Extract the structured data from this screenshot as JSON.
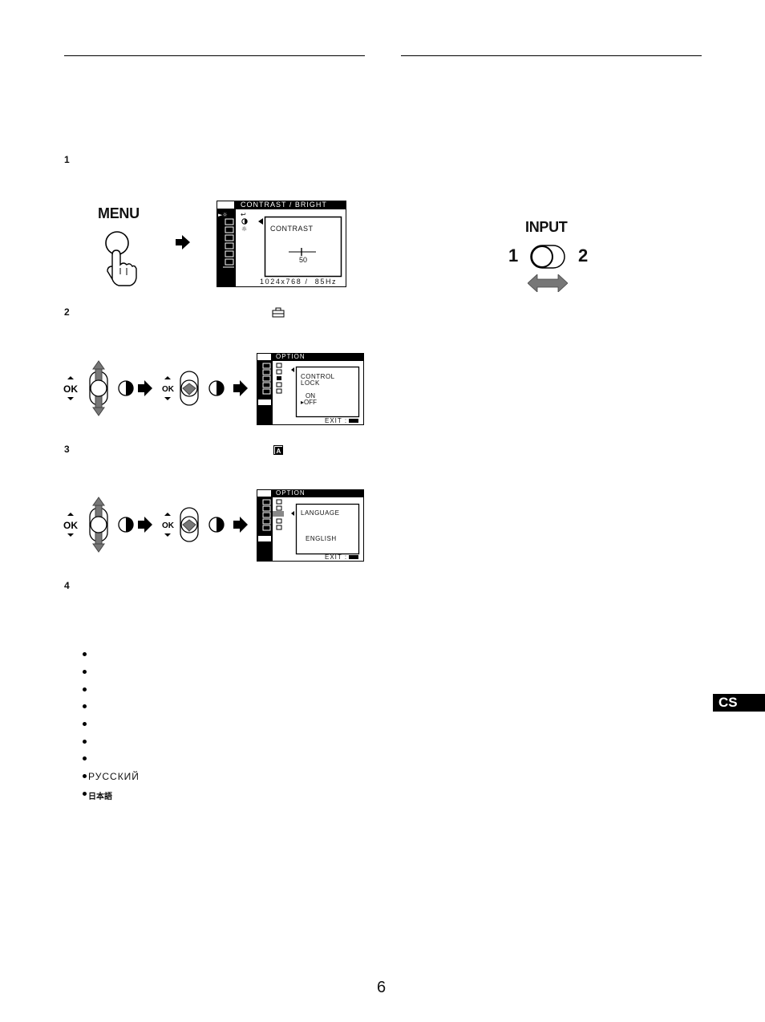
{
  "steps": [
    "1",
    "2",
    "3",
    "4"
  ],
  "menu_label": "MENU",
  "osd1": {
    "title": "CONTRAST / BRIGHT",
    "item": "CONTRAST",
    "value": "50",
    "footer": "1024x768 /  85Hz"
  },
  "osd2": {
    "title": "OPTION",
    "item_line1": "CONTROL",
    "item_line2": "LOCK",
    "opt_on": "ON",
    "opt_off": "OFF",
    "footer": "EXIT :"
  },
  "osd3": {
    "title": "OPTION",
    "item": "LANGUAGE",
    "value": "ENGLISH",
    "footer": "EXIT :"
  },
  "ok_label": "OK",
  "input_label": "INPUT",
  "input_one": "1",
  "input_two": "2",
  "languages": [
    "",
    "",
    "",
    "",
    "",
    "",
    "",
    "РУССКИЙ",
    "日本語"
  ],
  "lang_tab": "CS",
  "page_number": "6"
}
